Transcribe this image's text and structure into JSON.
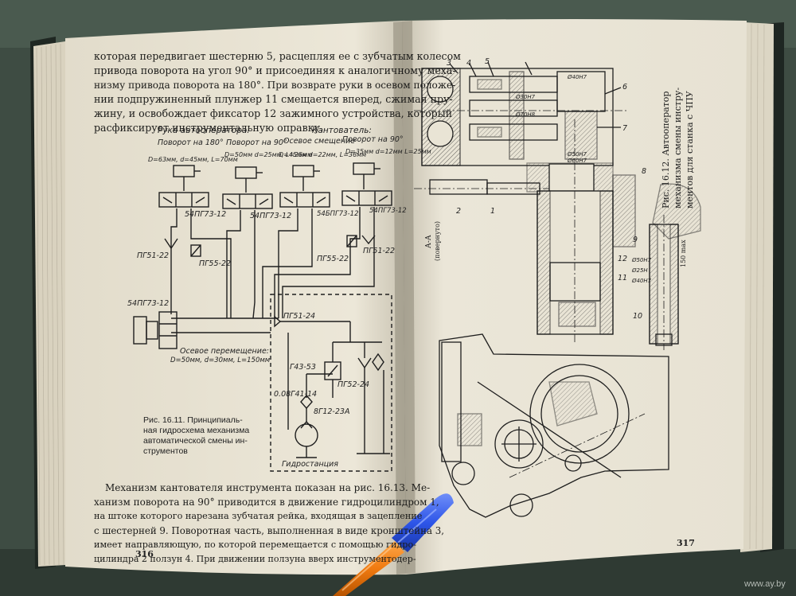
{
  "left_page": {
    "body_lines": [
      "которая передвигает шестерню 5, расцепляя ее с зубчатым колесом",
      "привода поворота на угол 90° и присоединяя к аналогичному меха-",
      "низму привода поворота на 180°. При возврате руки в осевом положе-",
      "нии подпружиненный плунжер 11 смещается вперед, сжимая пру-",
      "жину, и освобождает фиксатор 12 зажимного устройства, который",
      "расфиксирует инструментальную оправку."
    ],
    "diagram": {
      "group_left_title": "Рука автооператора:",
      "group_right_title": "Кантователь:",
      "columns": [
        {
          "title": "Поворот на 180°",
          "dims": "D=63мм, d=45мм, L=70мм",
          "valve": "54ПГ73-12"
        },
        {
          "title": "Поворот на 90°",
          "dims": "D=50мм d=25мм, L=25мм",
          "valve": "54ПГ73-12"
        },
        {
          "title": "Осевое смещение",
          "dims": "D=45мм d=22мм, L=36мм",
          "valve": "54БПГ73-12"
        },
        {
          "title": "Поворот на 90°",
          "dims": "D=35мм d=12мм L=25мм",
          "valve": "54ПГ73-12"
        }
      ],
      "labels": {
        "pg51_left": "ПГ51-22",
        "pg55_left": "ПГ55-22",
        "pg55_right": "ПГ55-22",
        "pg51_right": "ПГ51-22",
        "side_valve": "54ПГ73-12",
        "pg51_24": "ПГ51-24",
        "g43": "Г43-53",
        "pg52": "ПГ52-24",
        "filter": "0.08Г41-14",
        "pump": "8Г12-23А",
        "station": "Гидростанция",
        "axial_title": "Осевое перемещение:",
        "axial_dims": "D=50мм, d=30мм, L=150мм"
      }
    },
    "caption": [
      "Рис. 16.11. Принципиаль-",
      "ная гидросхема механизма",
      "автоматической смены ин-",
      "струментов"
    ],
    "lower_lines": [
      "Механизм кантователя инструмента показан на рис. 16.13. Ме-",
      "ханизм поворота на 90° приводится в движение гидроцилиндром 1,",
      "на штоке которого нарезана зубчатая рейка, входящая в зацепление",
      "с шестерней 9. Поворотная часть, выполненная в виде кронштейна 3,",
      "имеет направляющую, по которой перемещается с помощью гидро-",
      "цилиндра 2 ползун 4. При движении ползуна вверх инструментодер-"
    ],
    "page_number": "316"
  },
  "right_page": {
    "caption_vertical": [
      "Рис. 16.12. Автооператор",
      "механизма смены инстру-",
      "ментов для станка с ЧПУ"
    ],
    "section_label": [
      "А-А",
      "(повернуто)"
    ],
    "dimension_labels": [
      "Ø40Н7",
      "Ø30H7",
      "Ø70Н8",
      "Ø50Н7",
      "Ø60Н7",
      "Ø50H7",
      "Ø25Н",
      "Ø40Н7",
      "150 max"
    ],
    "part_numbers": [
      "3",
      "4",
      "5",
      "6",
      "7",
      "8",
      "9",
      "10",
      "11",
      "12",
      "2",
      "1"
    ],
    "page_number": "317"
  },
  "watermark": "www.ay.by"
}
